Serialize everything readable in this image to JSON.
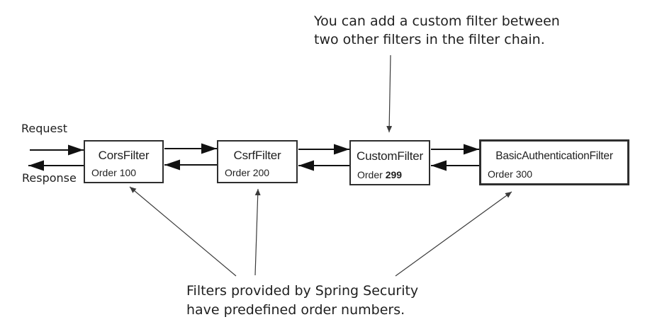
{
  "top_note": {
    "line1": "You can add a custom filter between",
    "line2": "two other filters in the filter chain."
  },
  "flow_labels": {
    "request": "Request",
    "response": "Response"
  },
  "filters": [
    {
      "name": "CorsFilter",
      "order_prefix": "Order ",
      "order_value": "100"
    },
    {
      "name": "CsrfFilter",
      "order_prefix": "Order ",
      "order_value": "200"
    },
    {
      "name": "CustomFilter",
      "order_prefix": "Order ",
      "order_value": "299"
    },
    {
      "name": "BasicAuthenticationFilter",
      "order_prefix": "Order ",
      "order_value": "300"
    }
  ],
  "bottom_note": {
    "line1": "Filters provided by Spring Security",
    "line2": "have predefined order numbers."
  },
  "colors": {
    "ink": "#1f1f1f",
    "thick_line": "#111111",
    "thin_line": "#3a3a3a",
    "box_border": "#2e2e2e",
    "background": "#ffffff"
  }
}
